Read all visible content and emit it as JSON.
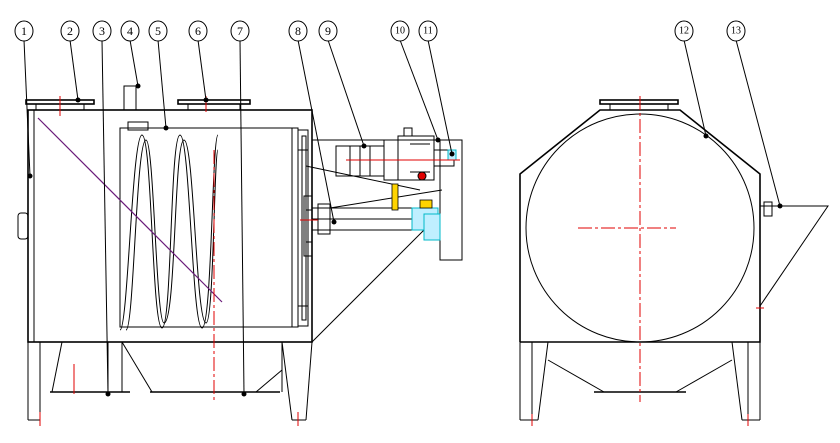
{
  "callouts": [
    {
      "id": "callout-1",
      "label": "1"
    },
    {
      "id": "callout-2",
      "label": "2"
    },
    {
      "id": "callout-3",
      "label": "3"
    },
    {
      "id": "callout-4",
      "label": "4"
    },
    {
      "id": "callout-5",
      "label": "5"
    },
    {
      "id": "callout-6",
      "label": "6"
    },
    {
      "id": "callout-7",
      "label": "7"
    },
    {
      "id": "callout-8",
      "label": "8"
    },
    {
      "id": "callout-9",
      "label": "9"
    },
    {
      "id": "callout-10",
      "label": "10"
    },
    {
      "id": "callout-11",
      "label": "11"
    },
    {
      "id": "callout-12",
      "label": "12"
    },
    {
      "id": "callout-13",
      "label": "13"
    }
  ],
  "colors": {
    "line": "#000000",
    "centerline": "#e00000",
    "diagonal": "#6a1b7a",
    "highlight_cyan": "#bfefff",
    "highlight_yellow": "#ffd400"
  }
}
